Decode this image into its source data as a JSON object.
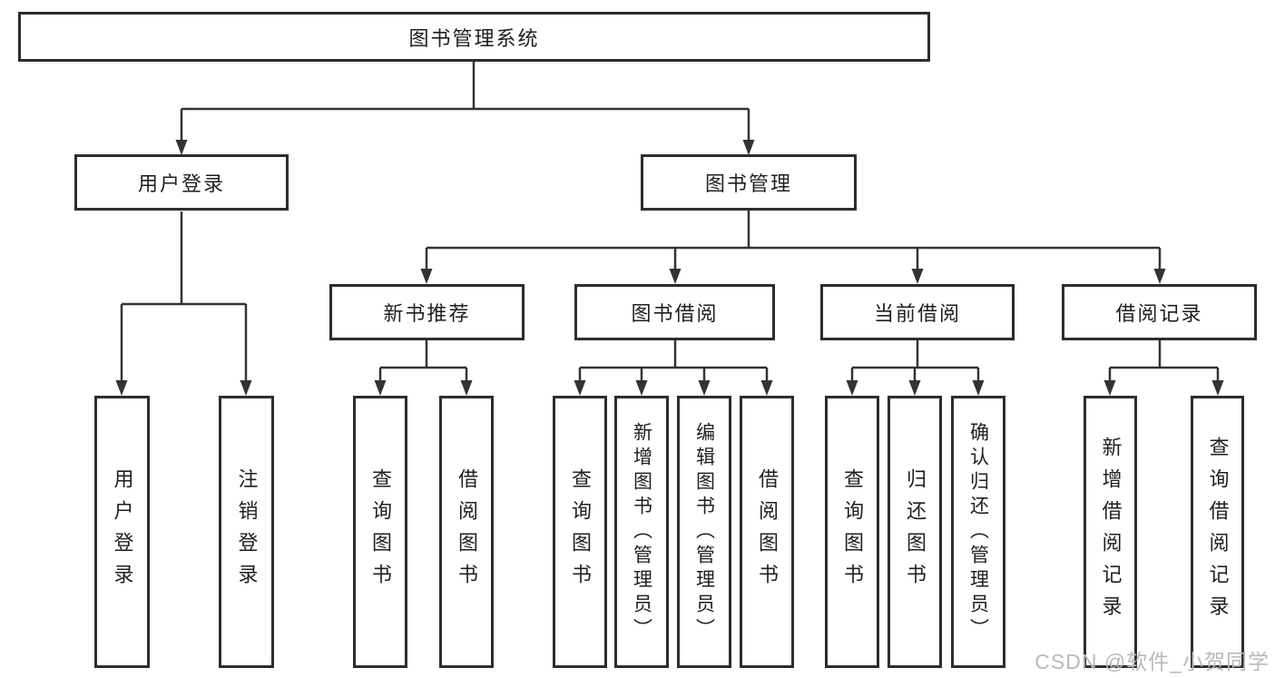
{
  "diagram": {
    "root": {
      "label": "图书管理系统"
    },
    "level2": [
      {
        "label": "用户登录"
      },
      {
        "label": "图书管理"
      }
    ],
    "level3": [
      {
        "label": "新书推荐"
      },
      {
        "label": "图书借阅"
      },
      {
        "label": "当前借阅"
      },
      {
        "label": "借阅记录"
      }
    ],
    "leaves": {
      "login": [
        {
          "label": "用户登录"
        },
        {
          "label": "注销登录"
        }
      ],
      "recommend": [
        {
          "label": "查询图书"
        },
        {
          "label": "借阅图书"
        }
      ],
      "borrow": [
        {
          "label": "查询图书"
        },
        {
          "label": "新增图书（管理员）"
        },
        {
          "label": "编辑图书（管理员）"
        },
        {
          "label": "借阅图书"
        }
      ],
      "current": [
        {
          "label": "查询图书"
        },
        {
          "label": "归还图书"
        },
        {
          "label": "确认归还（管理员）"
        }
      ],
      "records": [
        {
          "label": "新增借阅记录"
        },
        {
          "label": "查询借阅记录"
        }
      ]
    },
    "watermark": "CSDN @软件_小贺同学",
    "colors": {
      "background": "#ffffff",
      "border": "#2d2d2d",
      "line": "#333333",
      "text": "#1f1f1f",
      "watermark": "#b9b9b9"
    }
  }
}
